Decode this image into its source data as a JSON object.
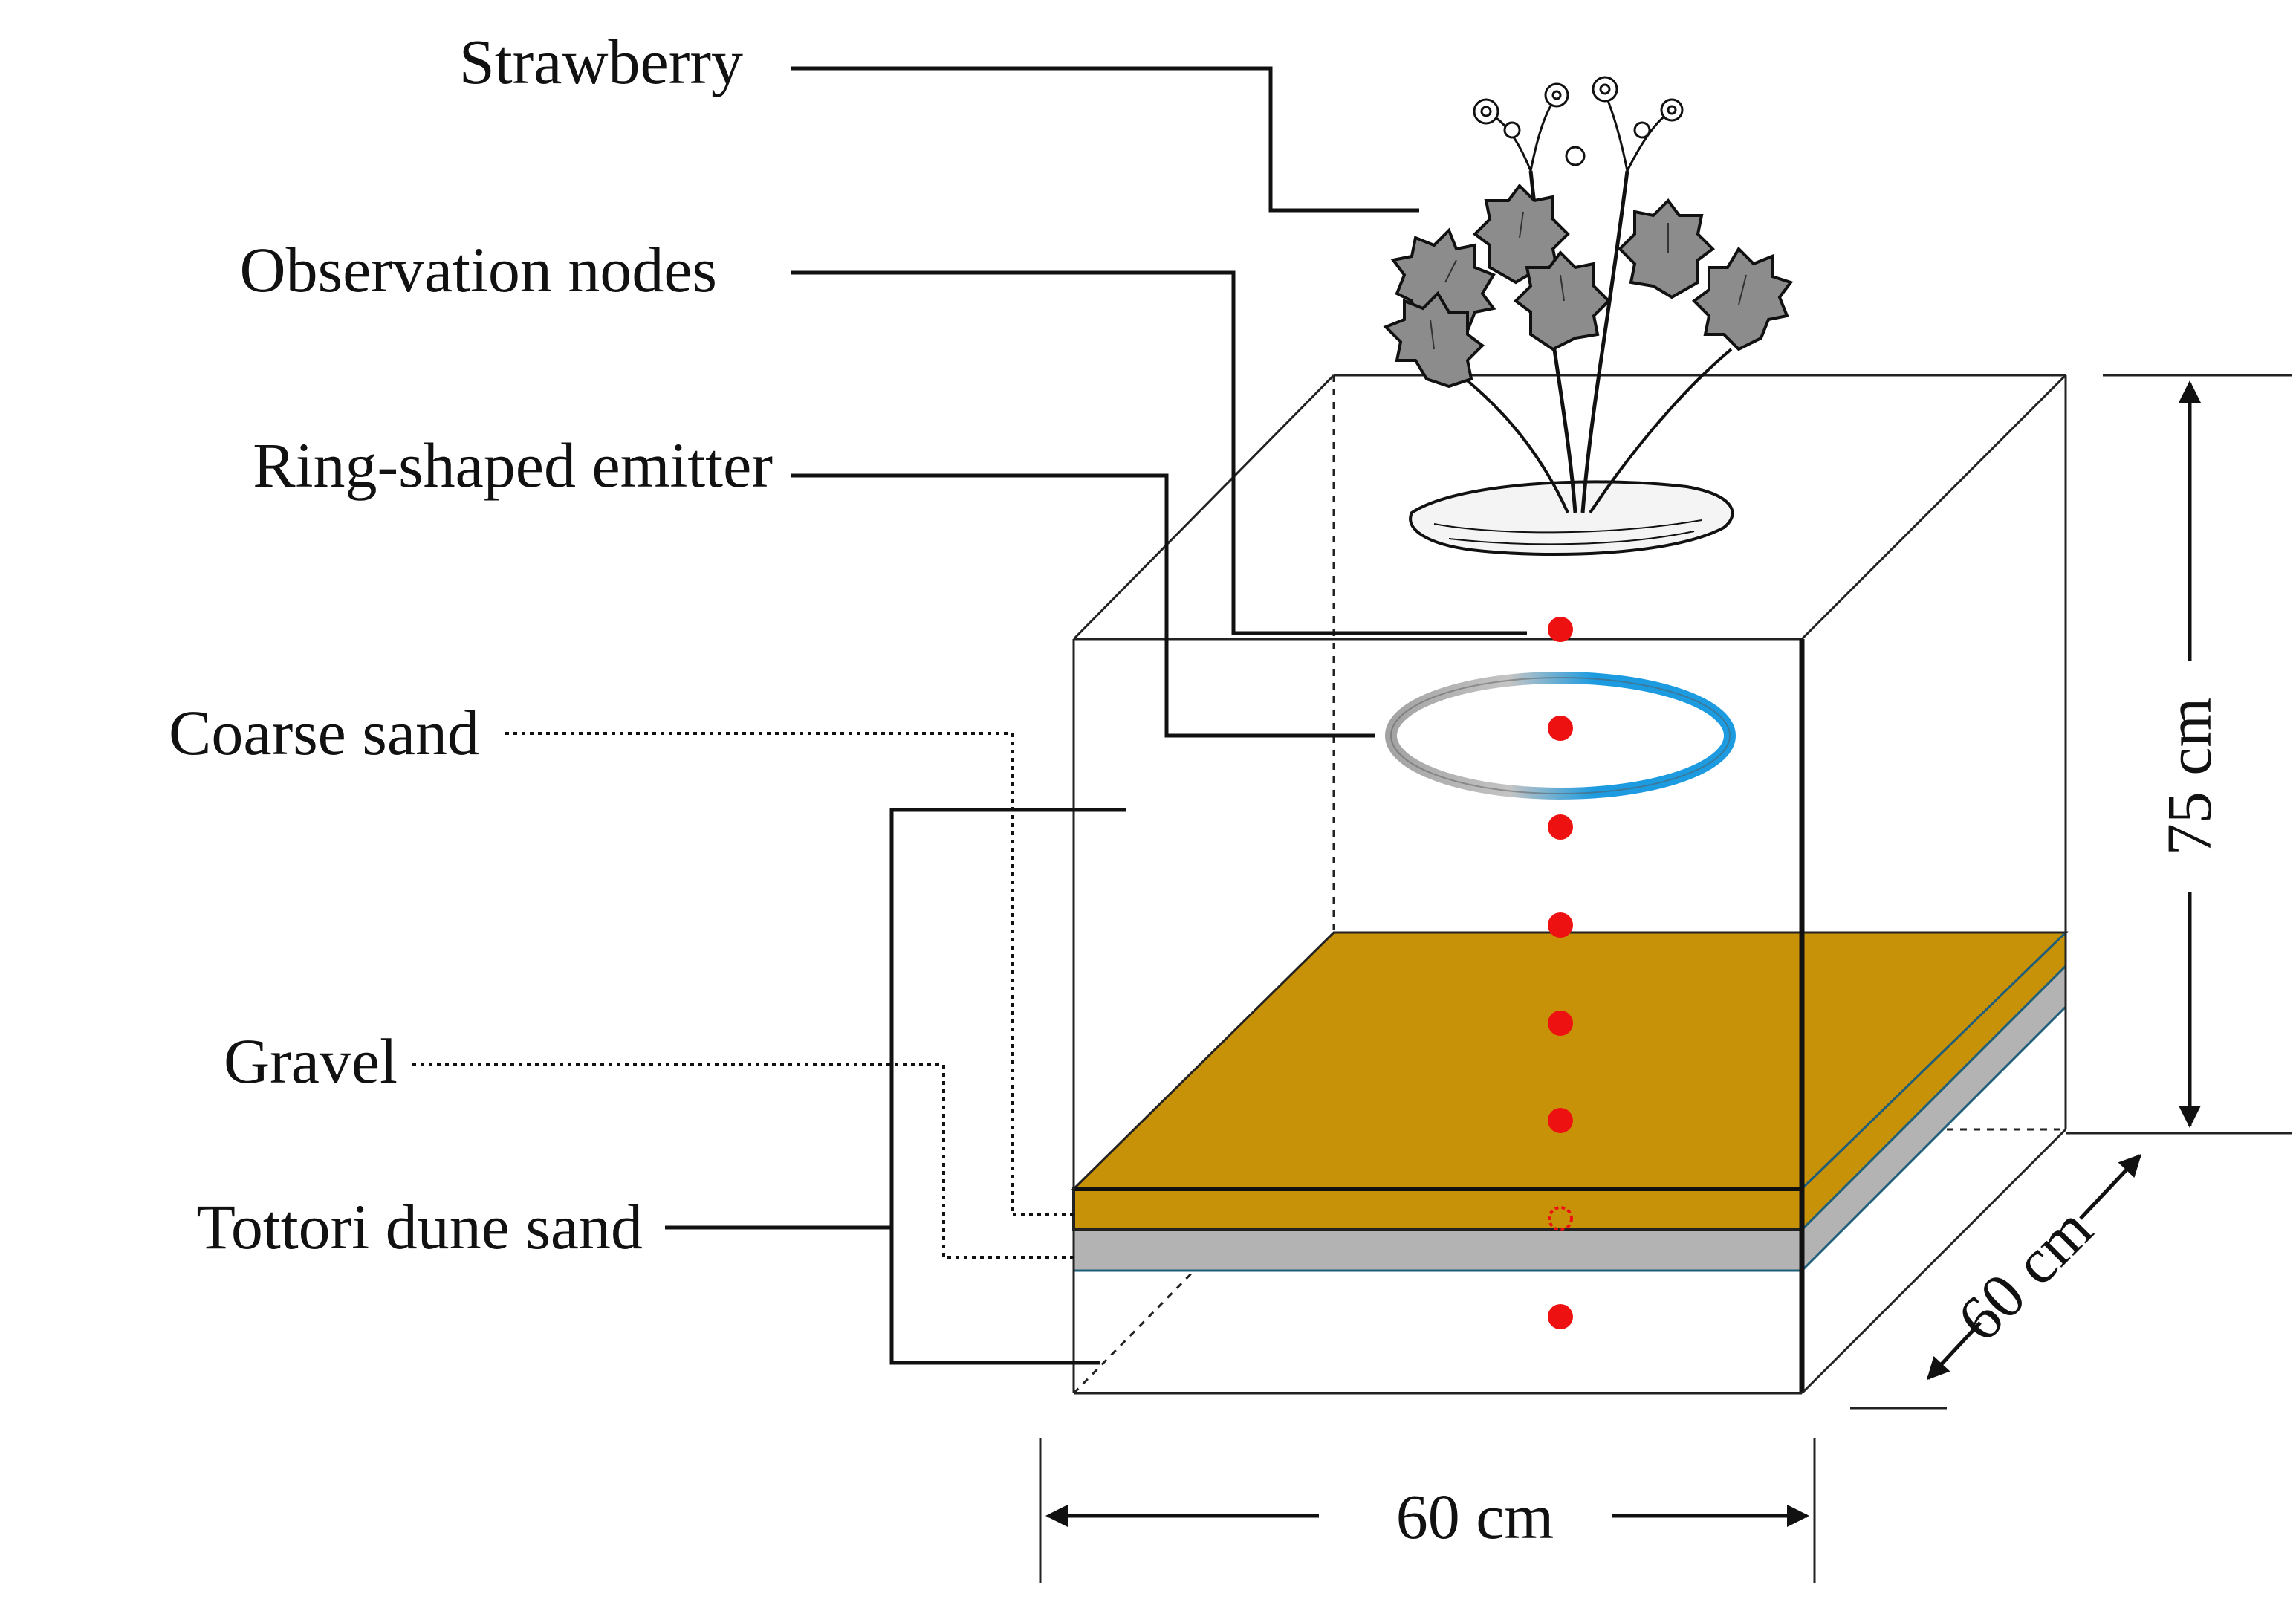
{
  "labels": {
    "strawberry": "Strawberry",
    "observation_nodes": "Observation nodes",
    "emitter": "Ring-shaped emitter",
    "coarse_sand": "Coarse sand",
    "gravel": "Gravel",
    "dune_sand": "Tottori dune sand"
  },
  "dimensions": {
    "width": "60 cm",
    "depth": "60 cm",
    "height": "75 cm"
  },
  "colors": {
    "coarse_sand": "#c89208",
    "gravel": "#b3b3b3",
    "node": "#ee1111",
    "emitter_blue": "#1c9be0",
    "emitter_grey": "#a3a3a3",
    "edge": "#1f5f7a"
  },
  "icons": {
    "plant": "strawberry-plant-icon"
  }
}
